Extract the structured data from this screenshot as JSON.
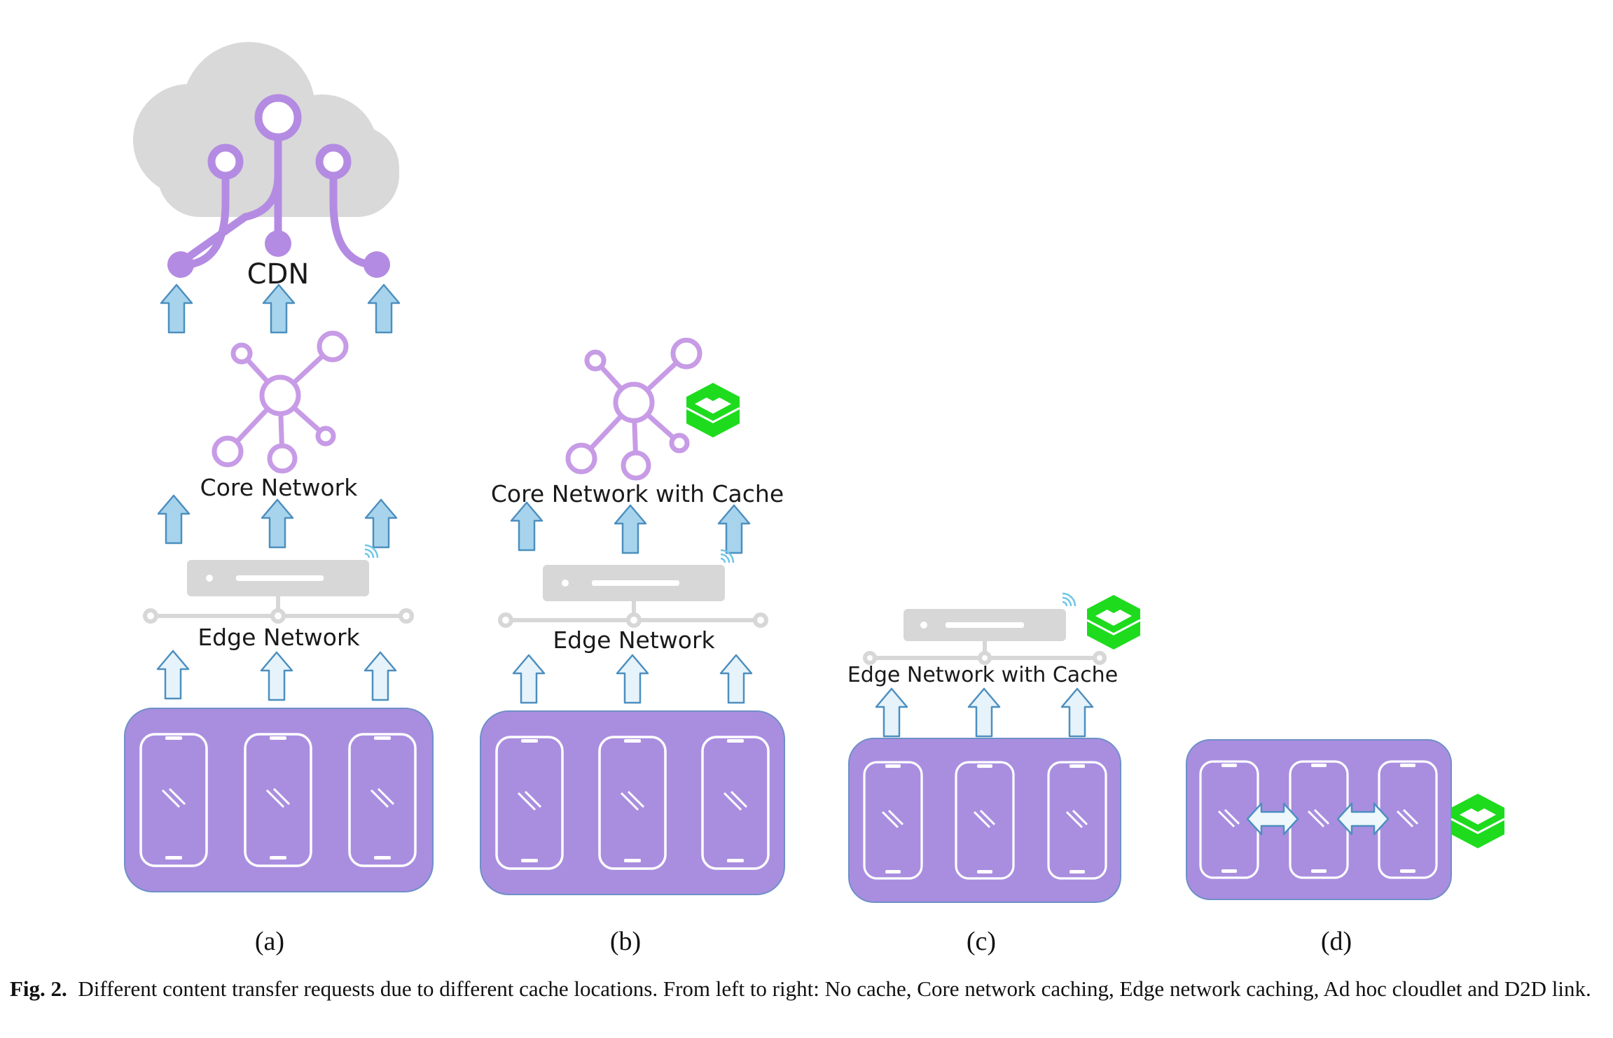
{
  "labels": {
    "cdn": "CDN",
    "core_network": "Core Network",
    "core_network_cache": "Core Network with Cache",
    "edge_network_a": "Edge Network",
    "edge_network_b": "Edge Network",
    "edge_network_cache": "Edge Network with Cache"
  },
  "panels": [
    {
      "label": "(a)"
    },
    {
      "label": "(b)"
    },
    {
      "label": "(c)"
    },
    {
      "label": "(d)"
    }
  ],
  "caption": {
    "prefix": "Fig. 2.",
    "text": "Different content transfer requests due to different cache locations. From left to right: No cache, Core network caching, Edge network caching, Ad hoc cloudlet and D2D link."
  },
  "colors": {
    "purple": "#a98ee0",
    "purple_stroke": "#6f8fc8",
    "network_purple": "#c79be6",
    "cloud_gray": "#d9d9d9",
    "cache_green": "#1edb1e",
    "arrow_blue_dark": "#a7d4ec",
    "arrow_blue_light": "#e3f1f9",
    "router_gray": "#d7d7d7"
  },
  "icons": [
    "cloud-icon",
    "cdn-network-icon",
    "core-network-icon",
    "router-icon",
    "wifi-icon",
    "cache-icon",
    "phone-icon",
    "d2d-arrow-icon"
  ]
}
